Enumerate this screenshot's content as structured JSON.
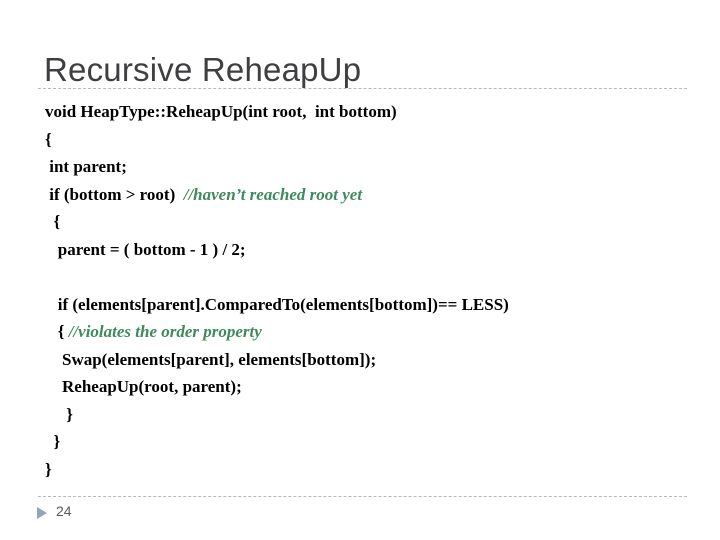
{
  "slide": {
    "title": "Recursive ReheapUp",
    "page_number": "24"
  },
  "code": {
    "lines": [
      {
        "code": "void HeapType::ReheapUp(int root,  int bottom)",
        "comment": ""
      },
      {
        "code": "{",
        "comment": ""
      },
      {
        "code": " int parent;",
        "comment": ""
      },
      {
        "code": " if (bottom > root)  ",
        "comment": "//haven’t reached root yet"
      },
      {
        "code": "  {",
        "comment": ""
      },
      {
        "code": "   parent = ( bottom - 1 ) / 2;",
        "comment": ""
      },
      {
        "code": "",
        "comment": ""
      },
      {
        "code": "   if (elements[parent].ComparedTo(elements[bottom])== LESS)",
        "comment": ""
      },
      {
        "code": "   { ",
        "comment": "//violates the order property"
      },
      {
        "code": "    Swap(elements[parent], elements[bottom]);",
        "comment": ""
      },
      {
        "code": "    ReheapUp(root, parent);",
        "comment": ""
      },
      {
        "code": "     }",
        "comment": ""
      },
      {
        "code": "  }",
        "comment": ""
      },
      {
        "code": "}",
        "comment": ""
      }
    ]
  },
  "colors": {
    "title": "#3f3f41",
    "code": "#000000",
    "comment": "#3e8a5c",
    "divider": "#b5b9bb",
    "arrow": "#8fa5ba",
    "page_number": "#58595b"
  },
  "icons": {
    "page_arrow": "right-triangle"
  }
}
